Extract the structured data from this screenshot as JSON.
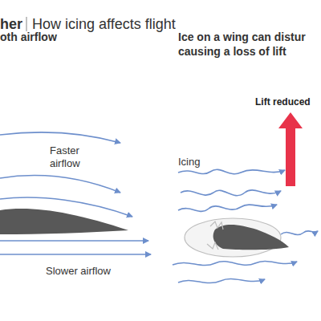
{
  "diagram": {
    "title": "How icing affects flight",
    "labels": [
      "her",
      "oth airflow",
      "Ice on a wing can distur causing a loss of lift",
      "Faster airflow",
      "Slower airflow",
      "Icing",
      "Lift reduced"
    ]
  }
}
